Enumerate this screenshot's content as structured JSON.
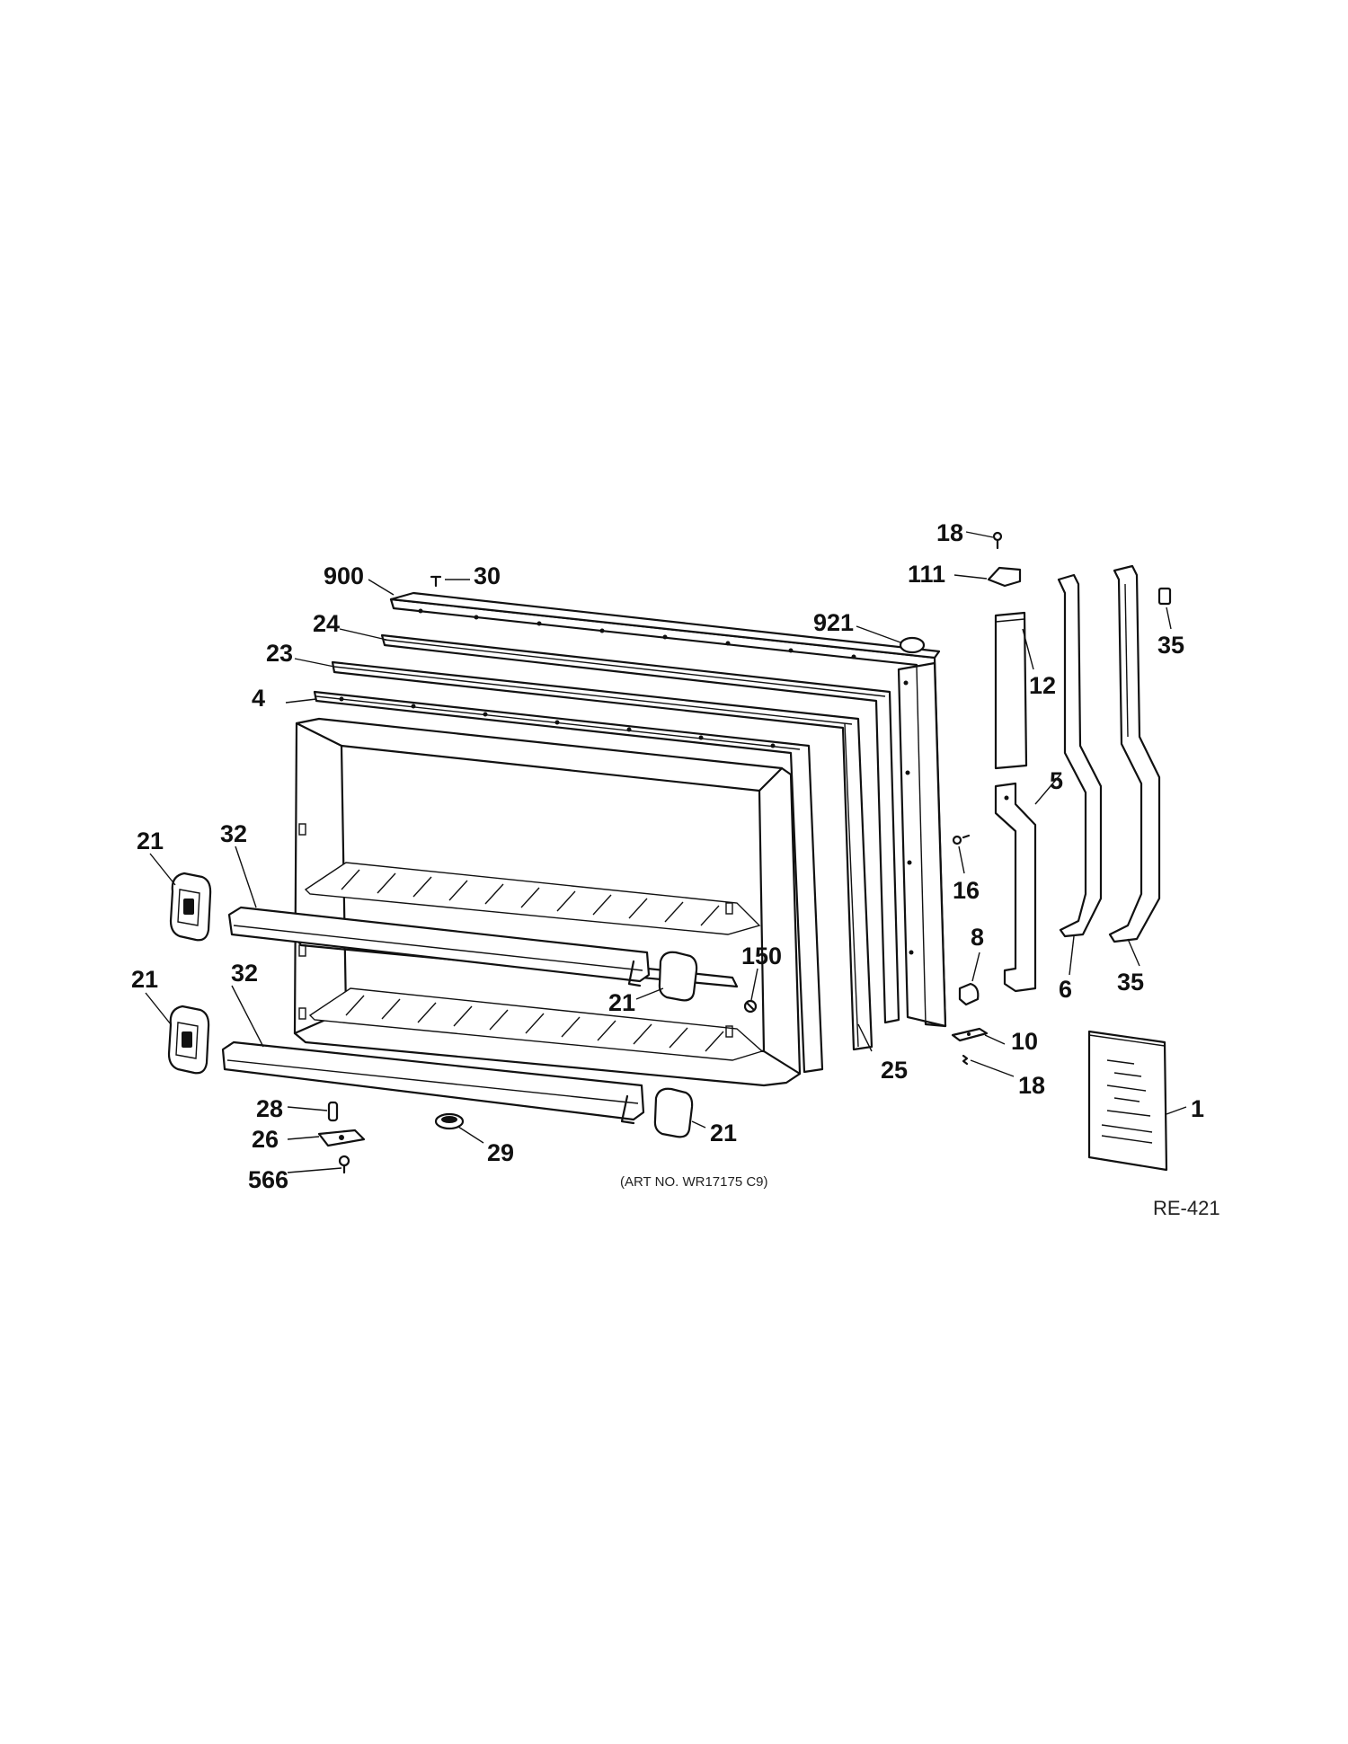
{
  "labels": {
    "p18_top": "18",
    "p111": "111",
    "p900": "900",
    "p30": "30",
    "p24": "24",
    "p23": "23",
    "p4": "4",
    "p921": "921",
    "p12": "12",
    "p35_top": "35",
    "p5": "5",
    "p16": "16",
    "p8": "8",
    "p6": "6",
    "p35_bottom": "35",
    "p10": "10",
    "p18_bottom": "18",
    "p1": "1",
    "p21_upper_left": "21",
    "p32_upper": "32",
    "p21_lower_left": "21",
    "p32_lower": "32",
    "p150": "150",
    "p21_center": "21",
    "p25": "25",
    "p21_bottom_right": "21",
    "p28": "28",
    "p26": "26",
    "p29": "29",
    "p566": "566"
  },
  "caption": "(ART NO. WR17175 C9)",
  "reference": "RE-421"
}
